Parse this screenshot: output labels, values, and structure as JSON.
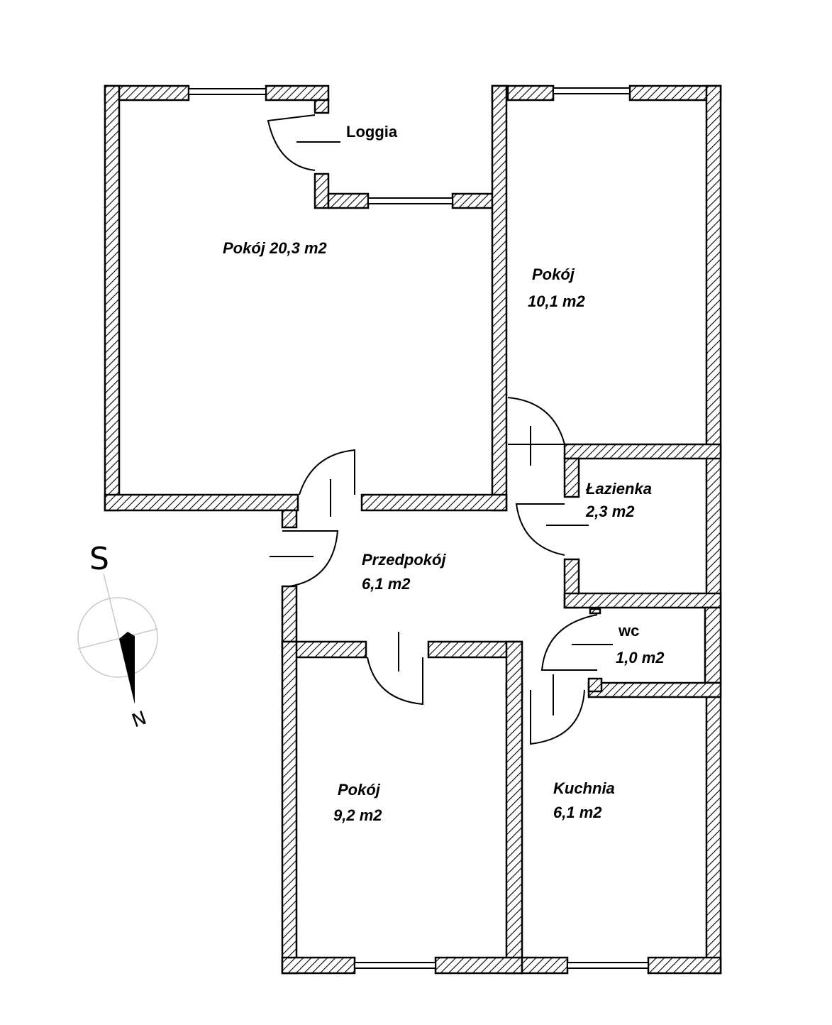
{
  "rooms": {
    "loggia": {
      "name": "Loggia"
    },
    "living": {
      "name": "Pokój 20,3 m2"
    },
    "room_ne": {
      "name": "Pokój",
      "area": "10,1 m2"
    },
    "bathroom": {
      "name": "Łazienka",
      "area": "2,3 m2"
    },
    "hall": {
      "name": "Przedpokój",
      "area": "6,1 m2"
    },
    "wc": {
      "name": "wc",
      "area": "1,0 m2"
    },
    "room_sw": {
      "name": "Pokój",
      "area": "9,2 m2"
    },
    "kitchen": {
      "name": "Kuchnia",
      "area": "6,1 m2"
    }
  },
  "compass": {
    "top": "S",
    "bottom": "N"
  }
}
